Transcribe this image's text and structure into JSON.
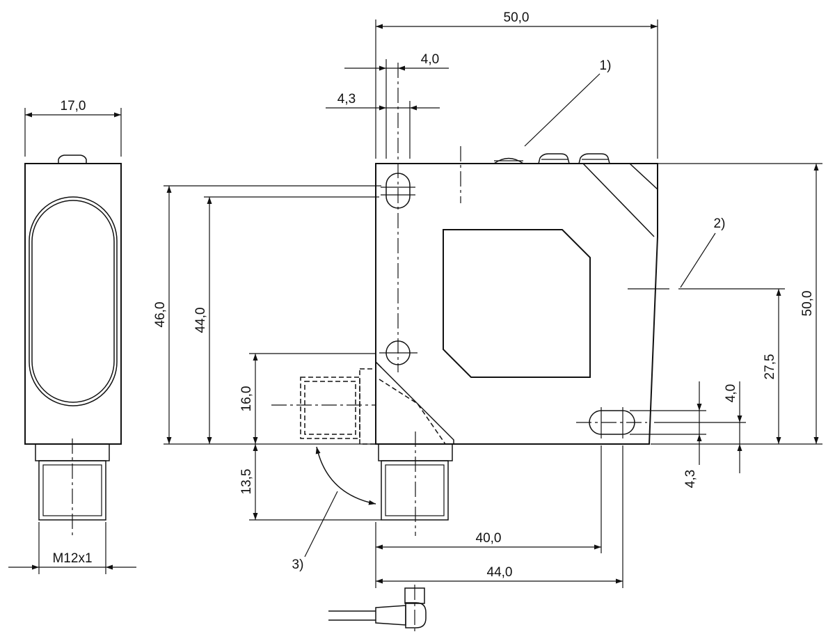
{
  "dimensions": {
    "top_width": "50,0",
    "hole_dim_a": "4,0",
    "hole_dim_b": "4,3",
    "side_width": "17,0",
    "height_outer": "46,0",
    "height_inner": "44,0",
    "height_right": "50,0",
    "axis_height": "27,5",
    "connector_height": "16,0",
    "connector_length": "13,5",
    "slot_height": "4,0",
    "slot_width": "4,3",
    "hole_span": "40,0",
    "slot_span": "44,0",
    "thread": "M12x1"
  },
  "callouts": {
    "one": "1)",
    "two": "2)",
    "three": "3)"
  }
}
